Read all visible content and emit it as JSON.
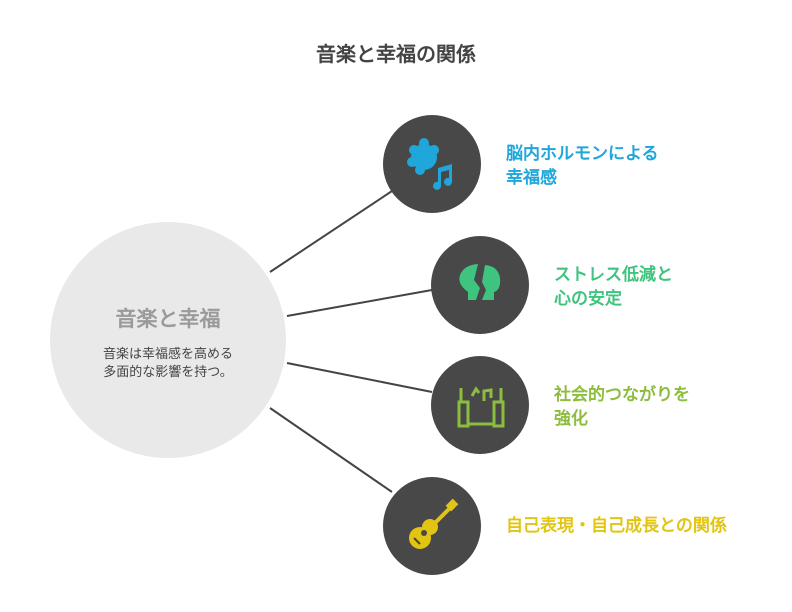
{
  "title": "音楽と幸福の関係",
  "center": {
    "title": "音楽と幸福",
    "description_lines": [
      "音楽は幸福感を高める",
      "多面的な影響を持つ。"
    ]
  },
  "nodes": [
    {
      "lines": [
        "脳内ホルモンによる",
        "幸福感"
      ],
      "color": "#1fa6da",
      "icon": "brain-music-icon"
    },
    {
      "lines": [
        "ストレス低減と",
        "心の安定"
      ],
      "color": "#3ec47e",
      "icon": "two-heads-icon"
    },
    {
      "lines": [
        "社会的つながりを",
        "強化"
      ],
      "color": "#8dbd3e",
      "icon": "speakers-music-icon"
    },
    {
      "lines": [
        "自己表現・自己成長との関係"
      ],
      "color": "#e2c512",
      "icon": "guitar-icon"
    }
  ]
}
